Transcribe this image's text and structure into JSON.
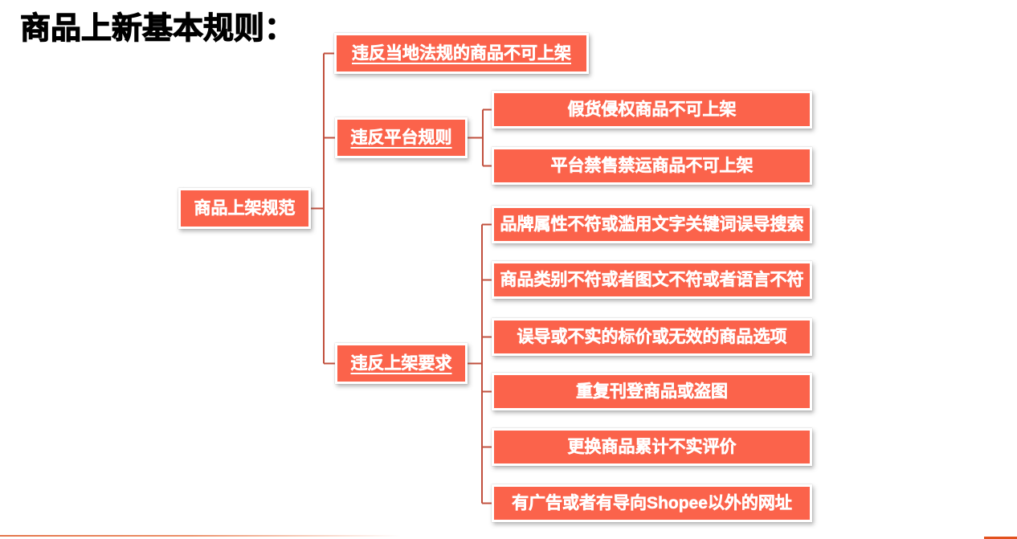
{
  "title": {
    "text": "商品上新基本规则："
  },
  "colors": {
    "node_fill": "#FB634B",
    "node_text": "#ffffff",
    "node_border": "#ffffff",
    "connector": "#C1503E",
    "title_text": "#000000",
    "footer_line": "#E4754A",
    "footer_bar": "#E2511D",
    "background": "#ffffff"
  },
  "diagram": {
    "root": {
      "label": "商品上架规范"
    },
    "branches": [
      {
        "label": "违反当地法规的商品不可上架",
        "underlined": true,
        "children": []
      },
      {
        "label": "违反平台规则",
        "underlined": true,
        "children": [
          "假货侵权商品不可上架",
          "平台禁售禁运商品不可上架"
        ]
      },
      {
        "label": "违反上架要求",
        "underlined": true,
        "children": [
          "品牌属性不符或滥用文字关键词误导搜索",
          "商品类别不符或者图文不符或者语言不符",
          "误导或不实的标价或无效的商品选项",
          "重复刊登商品或盗图",
          "更换商品累计不实评价",
          "有广告或者有导向Shopee以外的网址"
        ]
      }
    ]
  }
}
